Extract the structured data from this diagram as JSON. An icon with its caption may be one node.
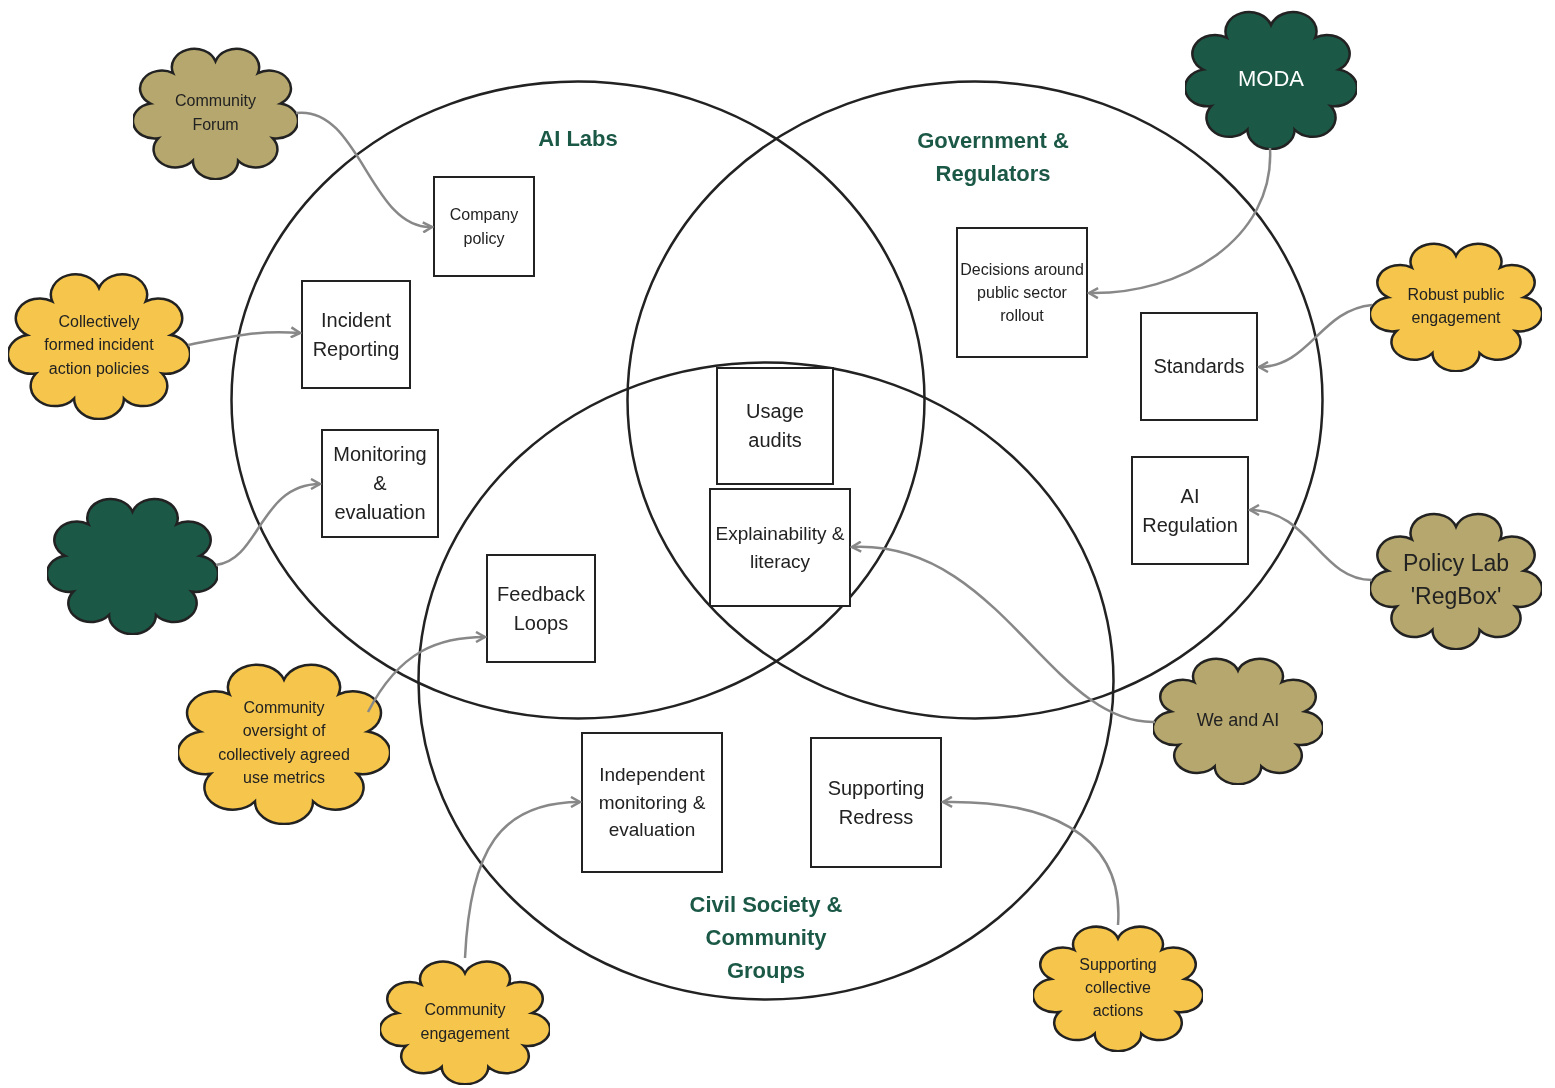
{
  "diagram": {
    "nodes": [
      {
        "text": [
          "AI Labs"
        ]
      },
      {
        "text": [
          "Government & Regulators"
        ]
      },
      {
        "text": [
          "Civil Society & Community Groups"
        ]
      },
      {
        "text": [
          "Company policy"
        ],
        "in": 0
      },
      {
        "text": [
          "Incident Reporting"
        ],
        "in": 0
      },
      {
        "text": [
          "Monitoring & evaluation"
        ],
        "in": 0
      },
      {
        "text": [
          "Feedback Loops"
        ]
      },
      {
        "text": [
          "Usage audits"
        ]
      },
      {
        "text": [
          "Explainability & literacy"
        ]
      },
      {
        "text": [
          "Decisions around public sector rollout"
        ],
        "in": 1
      },
      {
        "text": [
          "Standards"
        ],
        "in": 1
      },
      {
        "text": [
          "AI Regulation"
        ],
        "in": 1
      },
      {
        "text": [
          "Independent monitoring & evaluation"
        ],
        "in": 2
      },
      {
        "text": [
          "Supporting Redress"
        ],
        "in": 2
      },
      {
        "text": [
          "Community Forum"
        ]
      },
      {
        "text": [
          "Collectively formed incident action policies"
        ]
      },
      {
        "text": [],
        "shape": "cloud"
      },
      {
        "text": [
          "Community oversight of collectively agreed use metrics"
        ]
      },
      {
        "text": [
          "Community engagement"
        ]
      },
      {
        "text": [
          "MODA"
        ]
      },
      {
        "text": [
          "Robust public engagement"
        ]
      },
      {
        "text": [
          "Policy Lab 'RegBox'"
        ]
      },
      {
        "text": [
          "We and AI"
        ]
      },
      {
        "text": [
          "Supporting collective actions"
        ]
      }
    ],
    "edges": [
      {
        "from": 14,
        "to": 3,
        "arrow": "to"
      },
      {
        "from": 15,
        "to": 4,
        "arrow": "to"
      },
      {
        "from": 16,
        "to": 5,
        "arrow": "to"
      },
      {
        "from": 17,
        "to": 6,
        "arrow": "to"
      },
      {
        "from": 18,
        "to": 12,
        "arrow": "to"
      },
      {
        "from": 19,
        "to": 9,
        "arrow": "to"
      },
      {
        "from": 20,
        "to": 10,
        "arrow": "to"
      },
      {
        "from": 21,
        "to": 11,
        "arrow": "to"
      },
      {
        "from": 22,
        "to": 8,
        "arrow": "to"
      },
      {
        "from": 23,
        "to": 13,
        "arrow": "to"
      }
    ]
  }
}
